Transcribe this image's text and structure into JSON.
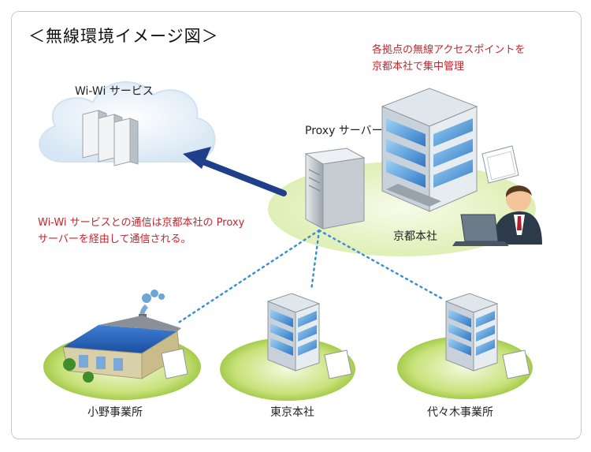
{
  "title": "＜無線環境イメージ図＞",
  "notes": {
    "top_line1": "各拠点の無線アクセスポイントを",
    "top_line2": "京都本社で集中管理",
    "left_line1": "Wi-Wi サービスとの通信は京都本社の Proxy",
    "left_line2": "サーバーを経由して通信される。"
  },
  "labels": {
    "cloud_service": "Wi-Wi サービス",
    "proxy_server": "Proxy サーバー",
    "kyoto_hq": "京都本社",
    "ono_office": "小野事業所",
    "tokyo_hq": "東京本社",
    "yoyogi_office": "代々木事業所"
  },
  "colors": {
    "red_text": "#c8232c",
    "arrow_blue": "#1f3f8a",
    "ground_green": "#a6cc3a",
    "ground_light": "#e9f4c8",
    "connection_dots": "#3a8fd6"
  },
  "icons": [
    "cloud-icon",
    "server-rack-icon",
    "proxy-server-icon",
    "office-building-icon",
    "factory-icon",
    "document-icon",
    "person-with-laptop-icon",
    "arrow-icon"
  ]
}
